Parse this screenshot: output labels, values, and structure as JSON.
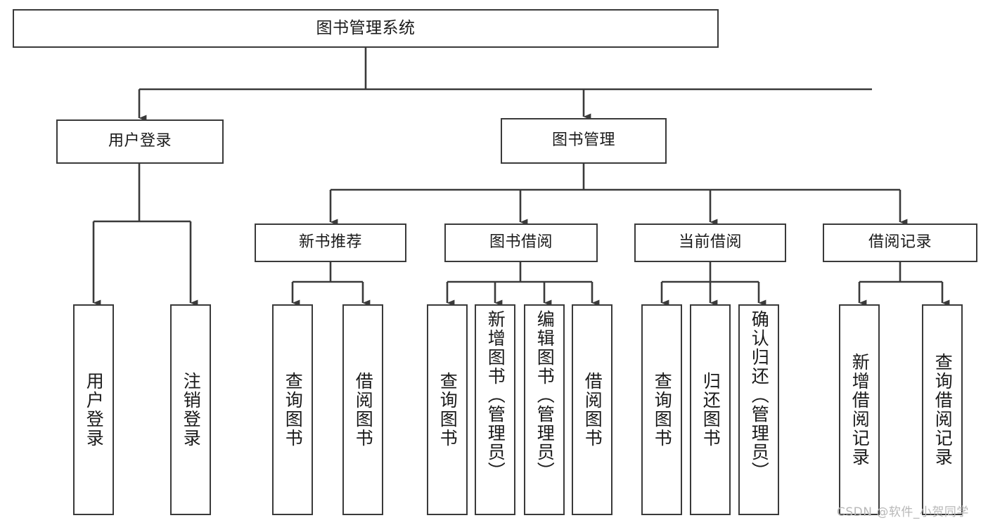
{
  "diagram": {
    "type": "tree-hierarchy-diagram",
    "title": "图书管理系统",
    "colors": {
      "stroke": "#3a3a3a",
      "box_fill": "#ffffff",
      "text": "#1a1a1a",
      "background": "#ffffff",
      "watermark": "#b8b8b8"
    },
    "levels": {
      "root": {
        "label": "图书管理系统"
      },
      "level1": [
        {
          "label": "用户登录"
        },
        {
          "label": "图书管理"
        }
      ],
      "level2": [
        {
          "label": "新书推荐"
        },
        {
          "label": "图书借阅"
        },
        {
          "label": "当前借阅"
        },
        {
          "label": "借阅记录"
        }
      ],
      "leaves": {
        "user_login": [
          {
            "label": "用户登录"
          },
          {
            "label": "注销登录"
          }
        ],
        "new_book_recommend": [
          {
            "label": "查询图书"
          },
          {
            "label": "借阅图书"
          }
        ],
        "book_borrow": [
          {
            "label": "查询图书"
          },
          {
            "label": "新增图书（管理员）"
          },
          {
            "label": "编辑图书（管理员）"
          },
          {
            "label": "借阅图书"
          }
        ],
        "current_borrow": [
          {
            "label": "查询图书"
          },
          {
            "label": "归还图书"
          },
          {
            "label": "确认归还（管理员）"
          }
        ],
        "borrow_record": [
          {
            "label": "新增借阅记录"
          },
          {
            "label": "查询借阅记录"
          }
        ]
      }
    }
  },
  "watermark": {
    "text": "CSDN @软件_小贺同学"
  }
}
